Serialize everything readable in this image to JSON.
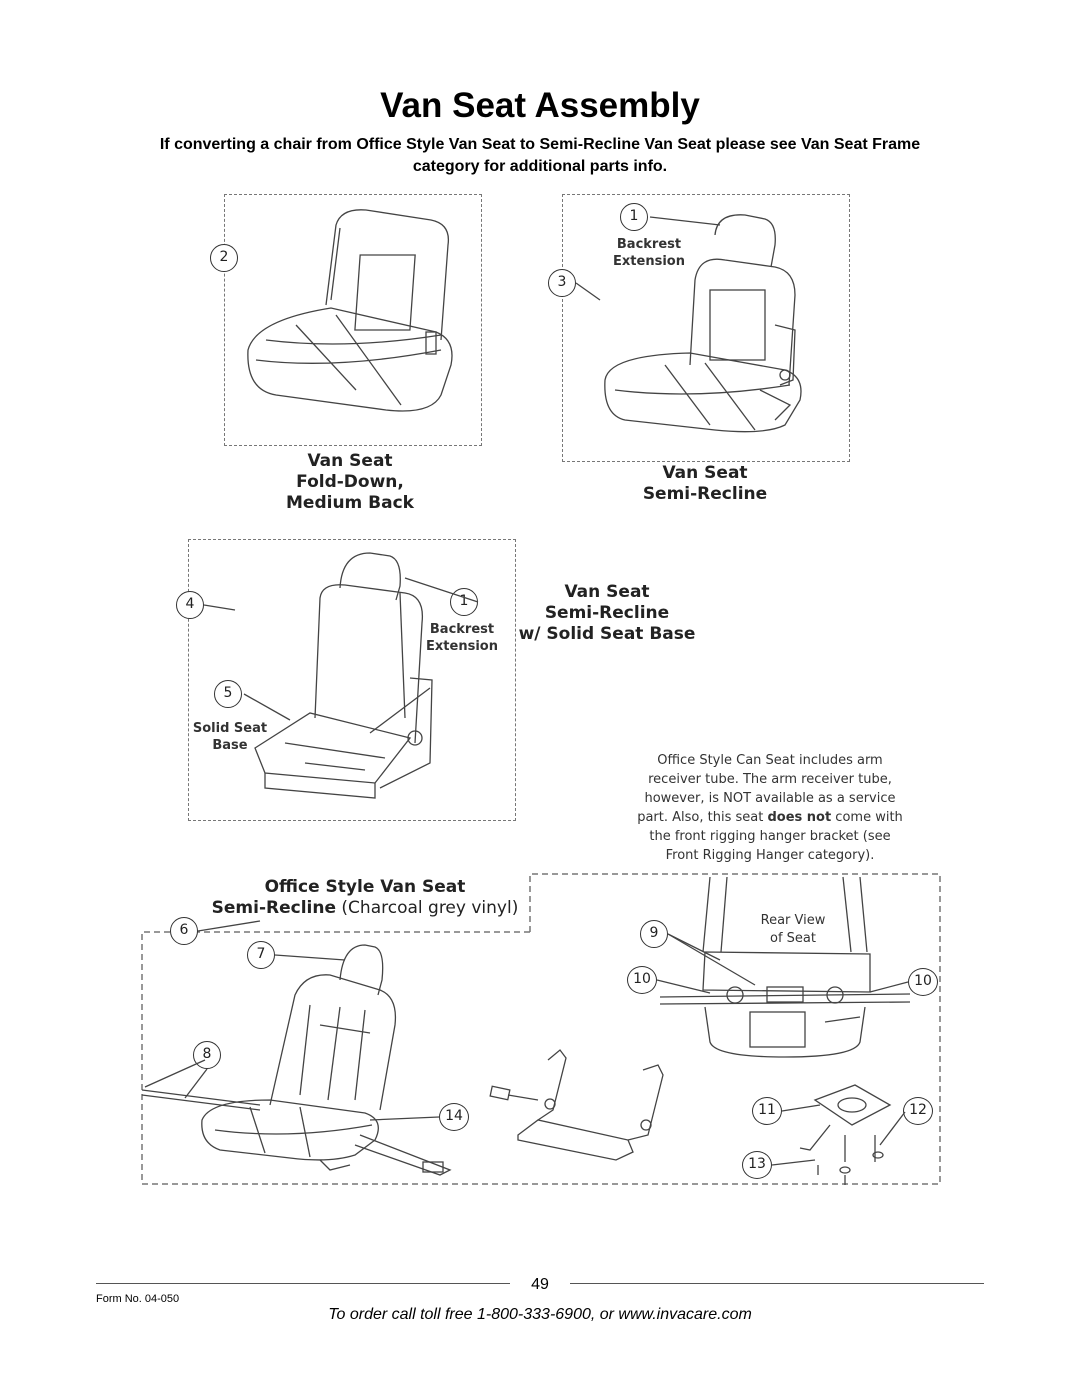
{
  "page": {
    "title": "Van Seat Assembly",
    "intro_line1": "If converting a chair from Office Style Van Seat to Semi-Recline Van Seat please see Van Seat Frame",
    "intro_line2": "category for additional parts info."
  },
  "diagrams": {
    "fold_down": {
      "caption_line1": "Van Seat",
      "caption_line2": "Fold-Down,",
      "caption_line3": "Medium Back",
      "callout": "2"
    },
    "semi_recline": {
      "caption_line1": "Van Seat",
      "caption_line2": "Semi-Recline",
      "callout_backrest": "1",
      "callout_seat": "3",
      "backrest_label_line1": "Backrest",
      "backrest_label_line2": "Extension"
    },
    "solid_base": {
      "caption_line1": "Van Seat",
      "caption_line2": "Semi-Recline",
      "caption_line3": "w/ Solid Seat Base",
      "callout_seat": "4",
      "callout_backrest": "1",
      "callout_base": "5",
      "backrest_label_line1": "Backrest",
      "backrest_label_line2": "Extension",
      "base_label_line1": "Solid Seat",
      "base_label_line2": "Base"
    },
    "office_style": {
      "caption_line1": "Office Style Van Seat",
      "caption_line2_bold": "Semi-Recline",
      "caption_line2_rest": " (Charcoal grey vinyl)",
      "note_line1": "Office Style Can Seat includes arm",
      "note_line2": "receiver tube.  The arm receiver tube,",
      "note_line3": "however, is NOT available as a service",
      "note_line4_a": "part.  Also, this seat ",
      "note_line4_b": "does not",
      "note_line4_c": " come with",
      "note_line5": "the front rigging hanger bracket (see",
      "note_line6": "Front Rigging Hanger category).",
      "rear_view_line1": "Rear View",
      "rear_view_line2": "of Seat",
      "callouts": {
        "c6": "6",
        "c7": "7",
        "c8": "8",
        "c9": "9",
        "c10a": "10",
        "c10b": "10",
        "c11": "11",
        "c12": "12",
        "c13": "13",
        "c14": "14"
      }
    }
  },
  "footer": {
    "page_number": "49",
    "form_no": "Form No.  04-050",
    "toll_free": "To order call toll free 1-800-333-6900, or www.invacare.com"
  }
}
